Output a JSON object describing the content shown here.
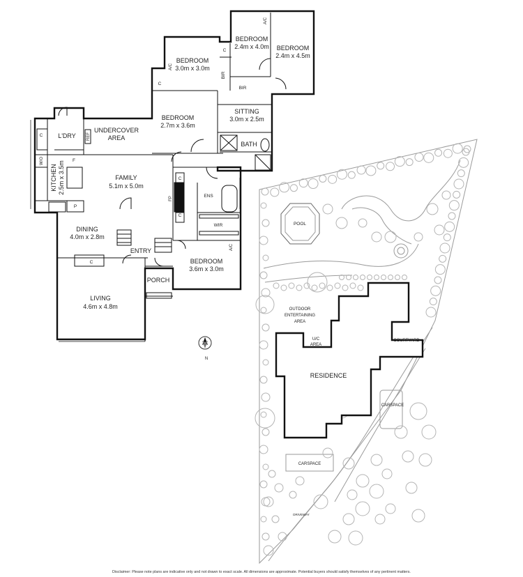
{
  "rooms": {
    "bedroom_a": {
      "name": "BEDROOM",
      "dims": "2.4m x 4.0m"
    },
    "bedroom_b": {
      "name": "BEDROOM",
      "dims": "2.4m x 4.5m"
    },
    "bedroom_c": {
      "name": "BEDROOM",
      "dims": "3.0m x 3.0m"
    },
    "bedroom_d": {
      "name": "BEDROOM",
      "dims": "2.7m x 3.6m"
    },
    "bedroom_e": {
      "name": "BEDROOM",
      "dims": "3.6m x 3.0m"
    },
    "sitting": {
      "name": "SITTING",
      "dims": "3.0m x 2.5m"
    },
    "bath": {
      "name": "BATH"
    },
    "laundry": {
      "name": "L'DRY"
    },
    "undercover": {
      "line1": "UNDERCOVER",
      "line2": "AREA"
    },
    "kitchen": {
      "name": "KITCHEN",
      "dims": "2.5m x 3.5m"
    },
    "family": {
      "name": "FAMILY",
      "dims": "5.1m x 5.0m"
    },
    "dining": {
      "name": "DINING",
      "dims": "4.0m x 2.8m"
    },
    "entry": {
      "name": "ENTRY"
    },
    "porch": {
      "name": "PORCH"
    },
    "living": {
      "name": "LIVING",
      "dims": "4.6m x 4.8m"
    },
    "ens": {
      "name": "ENS"
    },
    "wir": {
      "name": "WIR"
    }
  },
  "small_labels": {
    "c": "C",
    "bir": "BIR",
    "ac": "A/C",
    "fp": "FP",
    "f": "F",
    "p": "P",
    "wo": "W/O",
    "ref": "REF"
  },
  "site": {
    "pool": "POOL",
    "outdoor_line1": "OUTDOOR",
    "outdoor_line2": "ENTERTAINING",
    "outdoor_line3": "AREA",
    "uc_line1": "U/C",
    "uc_line2": "AREA",
    "courtyard": "COURTYARD",
    "residence": "RESIDENCE",
    "carspace_1": "CARSPACE",
    "carspace_2": "CARSPACE",
    "driveway": "DRIVEWAY"
  },
  "compass": {
    "north_label": "N"
  },
  "disclaimer": "Disclaimer: Please note plans are indicative only and not drawn to exact scale. All dimensions are approximate. Potential buyers should satisfy themselves of any pertinent matters.",
  "colors": {
    "wall": "#111111",
    "line": "#9a9a9a",
    "tree": "#b4b4b4"
  }
}
